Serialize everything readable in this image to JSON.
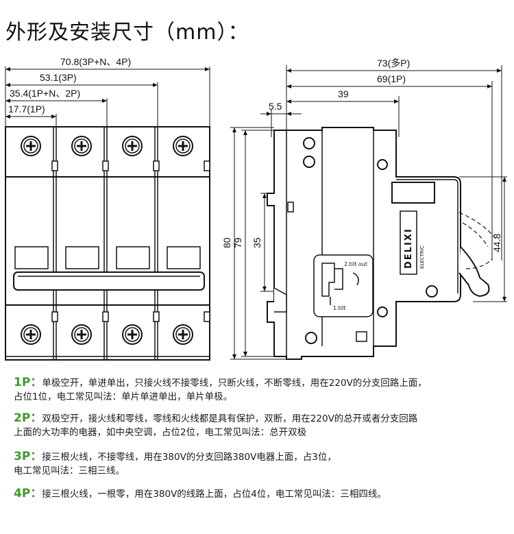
{
  "title": "外形及安装尺寸（mm）：",
  "front_view": {
    "dims": {
      "w_4p": "70.8(3P+N、4P)",
      "w_3p": "53.1(3P)",
      "w_2p": "35.4(1P+N、2P)",
      "w_1p": "17.7(1P)"
    }
  },
  "side_view": {
    "dims": {
      "depth_multi": "73(多P)",
      "depth_1p": "69(1P)",
      "depth_39": "39",
      "depth_5_5": "5.5",
      "h_80": "80",
      "h_79": "79",
      "h_35": "35",
      "h_44_8": "44.8"
    },
    "label_brand": "DELIXI",
    "label_sub": "ELECTRIC",
    "icon_label_out": "2.tilt out",
    "icon_label_in": "1.tilt"
  },
  "notes": [
    {
      "key": "1P：",
      "line1": "单极空开，单进单出，只接火线不接零线，只断火线，不断零线，用在220V的分支回路上面，",
      "line2": "占位1位，电工常见叫法：单片单进单出，单片单极。"
    },
    {
      "key": "2P：",
      "line1": "双极空开，接火线和零线，零线和火线都是具有保护，双断，用在220V的总开或者分支回路",
      "line2": "上面的大功率的电器，如中央空调，占位2位，电工常见叫法：总开双极"
    },
    {
      "key": "3P：",
      "line1": "接三根火线，不接零线，用在380V的分支回路380V电器上面，占3位，",
      "line2": "电工常见叫法：三相三线。"
    },
    {
      "key": "4P：",
      "line1": "接三根火线，一根零，用在380V的线路上面，占位4位，电工常见叫法：三相四线。",
      "line2": ""
    }
  ]
}
